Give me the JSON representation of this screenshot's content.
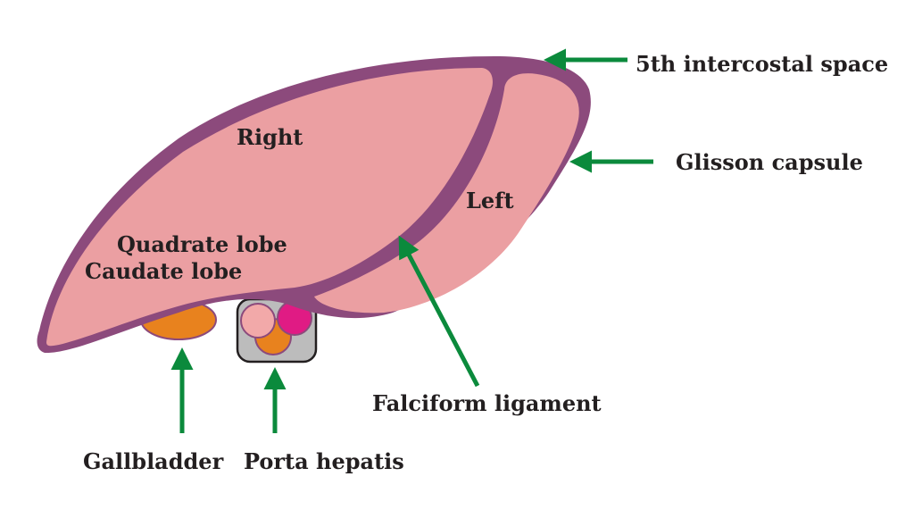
{
  "labels": {
    "intercostal": "5th intercostal space",
    "glisson": "Glisson capsule",
    "right": "Right",
    "left": "Left",
    "quadrate": "Quadrate lobe",
    "caudate": "Caudate lobe",
    "falciform": "Falciform ligament",
    "gallbladder": "Gallbladder",
    "porta": "Porta hepatis"
  },
  "colors": {
    "capsule": "#8c4a7c",
    "parenchyma": "#eb9fa2",
    "gallbladder": "#e8821e",
    "portal_box": "#bcbcbc",
    "vessel_pink": "#f2a9a9",
    "vessel_magenta": "#e01b84",
    "arrow": "#0b8a3c",
    "text": "#231f20"
  }
}
